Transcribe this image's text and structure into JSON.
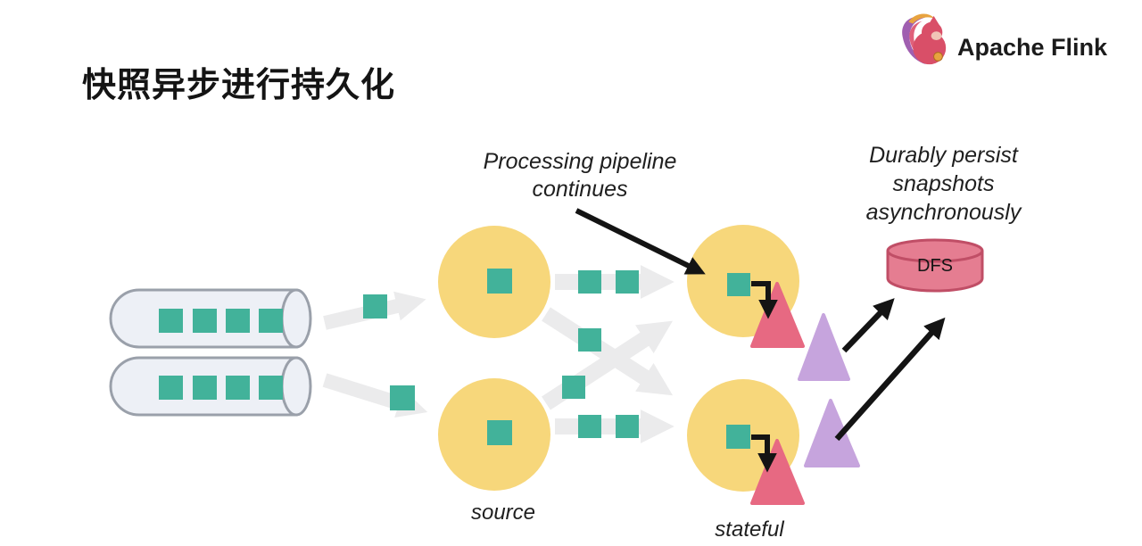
{
  "header": {
    "brand": "Apache Flink",
    "logo_icon": "flink-squirrel-icon"
  },
  "title": "快照异步进行持久化",
  "diagram": {
    "annotation_processing": {
      "line1": "Processing pipeline",
      "line2": "continues"
    },
    "annotation_persist": {
      "line1": "Durably persist",
      "line2": "snapshots",
      "line3": "asynchronously"
    },
    "dfs_label": "DFS",
    "source_label": "source",
    "stateful_label": "stateful"
  },
  "colors": {
    "record_green": "#42B29A",
    "operator_yellow": "#F7D77B",
    "snapshot_pink": "#E76982",
    "snapshot_purple": "#C6A4DD",
    "dfs_fill": "#E57D91",
    "dfs_stroke": "#C04E66",
    "pipe_fill": "#EDF0F6",
    "pipe_stroke": "#9AA0AA",
    "flow_gray": "#EBEBEC",
    "arrow_black": "#141414"
  }
}
